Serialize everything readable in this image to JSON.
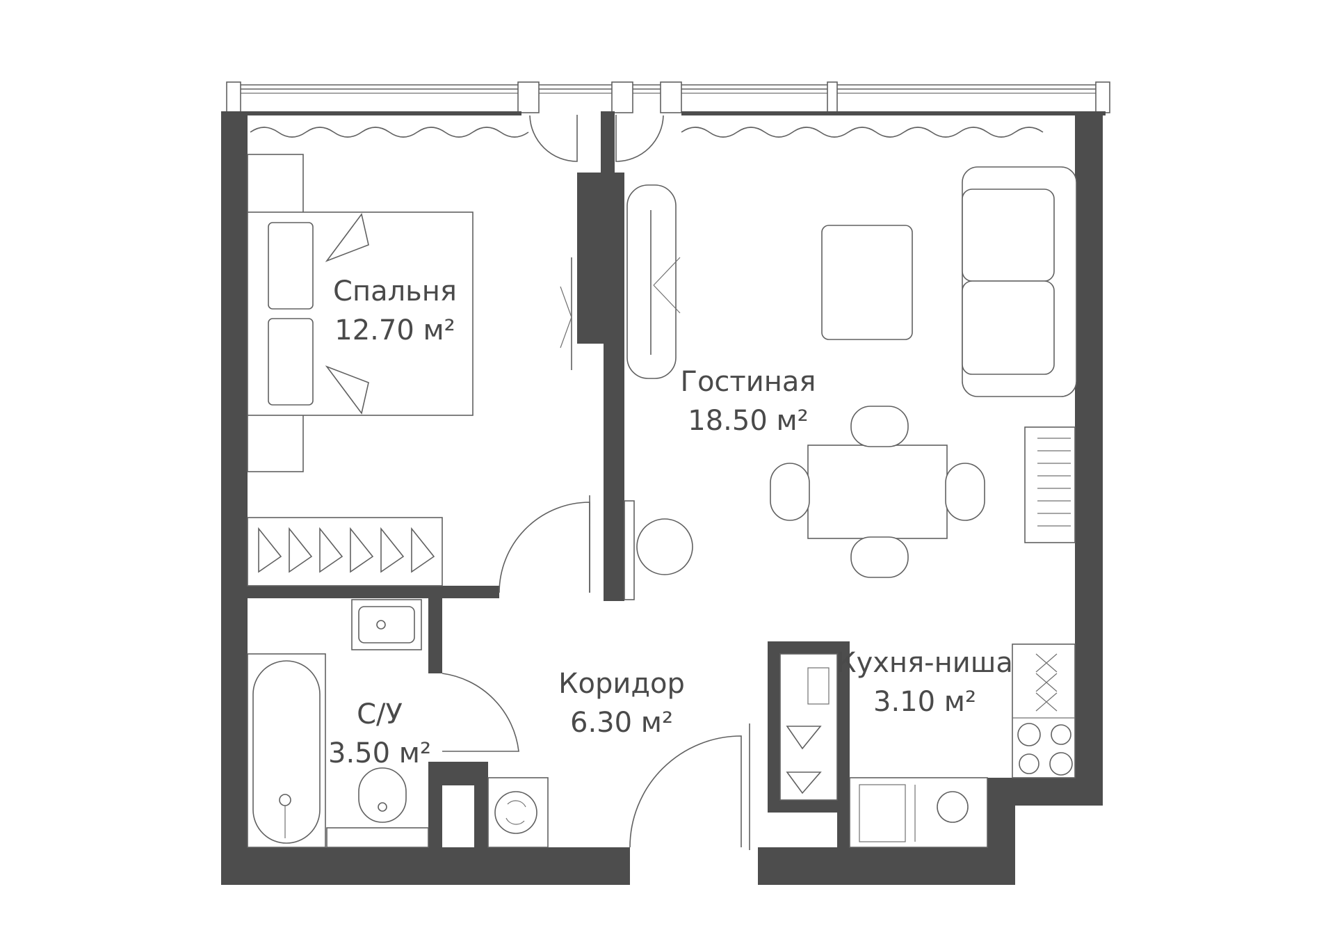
{
  "rooms": {
    "bedroom": {
      "name": "Спальня",
      "area": "12.70 м²"
    },
    "living": {
      "name": "Гостиная",
      "area": "18.50 м²"
    },
    "corridor": {
      "name": "Коридор",
      "area": "6.30 м²"
    },
    "bathroom": {
      "name": "С/У",
      "area": "3.50 м²"
    },
    "kitchen": {
      "name": "Кухня-ниша",
      "area": "3.10 м²"
    }
  },
  "colors": {
    "wall": "#4d4d4d",
    "line": "#606060",
    "text": "#4a4a4a",
    "background": "#ffffff"
  }
}
